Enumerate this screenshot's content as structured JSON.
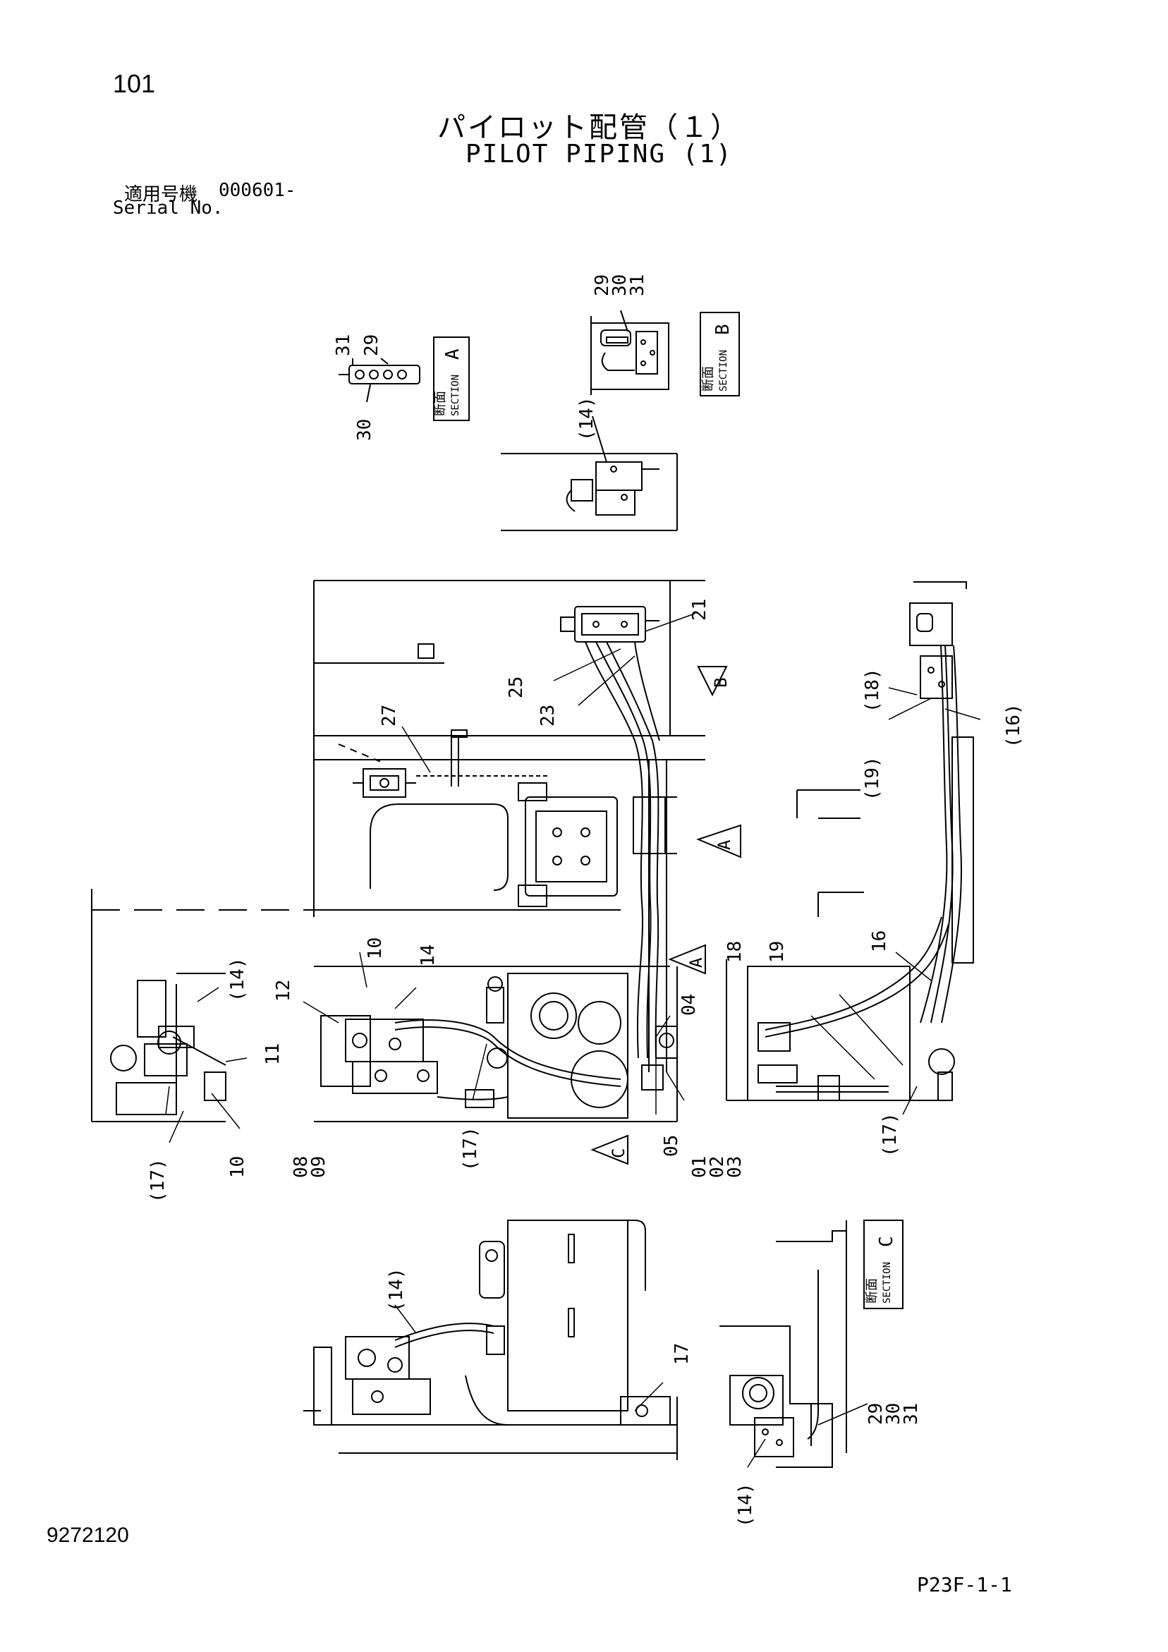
{
  "header": {
    "page_number": "101",
    "title_jp": "パイロット配管（１）",
    "title_en": "PILOT PIPING (1)",
    "serial_label_jp": "適用号機",
    "serial_number": "000601-",
    "serial_label_en": "Serial No."
  },
  "footer": {
    "doc_number": "9272120",
    "page_code": "P23F-1-1"
  },
  "sections": {
    "a": {
      "jp": "断面",
      "en": "SECTION",
      "letter": "A"
    },
    "b": {
      "jp": "断面",
      "en": "SECTION",
      "letter": "B"
    },
    "c": {
      "jp": "断面",
      "en": "SECTION",
      "letter": "C"
    }
  },
  "view_markers": {
    "a1": "A",
    "a2": "A",
    "b": "B",
    "c": "C"
  },
  "callouts": {
    "sa_31": "31",
    "sa_29": "29",
    "sa_30": "30",
    "sb_29": "29",
    "sb_30": "30",
    "sb_31": "31",
    "sb_14": "(14)",
    "m_21": "21",
    "m_25": "25",
    "m_23": "23",
    "m_27": "27",
    "m_10": "10",
    "m_14": "14",
    "m_12": "12",
    "m_17": "(17)",
    "m_04": "04",
    "m_05": "05",
    "m_01": "01",
    "m_02": "02",
    "m_03": "03",
    "l_14": "(14)",
    "l_11": "11",
    "l_17": "(17)",
    "l_10": "10",
    "l_08": "08",
    "l_09": "09",
    "r_18p": "(18)",
    "r_19p": "(19)",
    "r_16p": "(16)",
    "r_18": "18",
    "r_19": "19",
    "r_16": "16",
    "r_17": "(17)",
    "b_14": "(14)",
    "b_17": "17",
    "sc_29": "29",
    "sc_30": "30",
    "sc_31": "31",
    "sc_14": "(14)"
  }
}
